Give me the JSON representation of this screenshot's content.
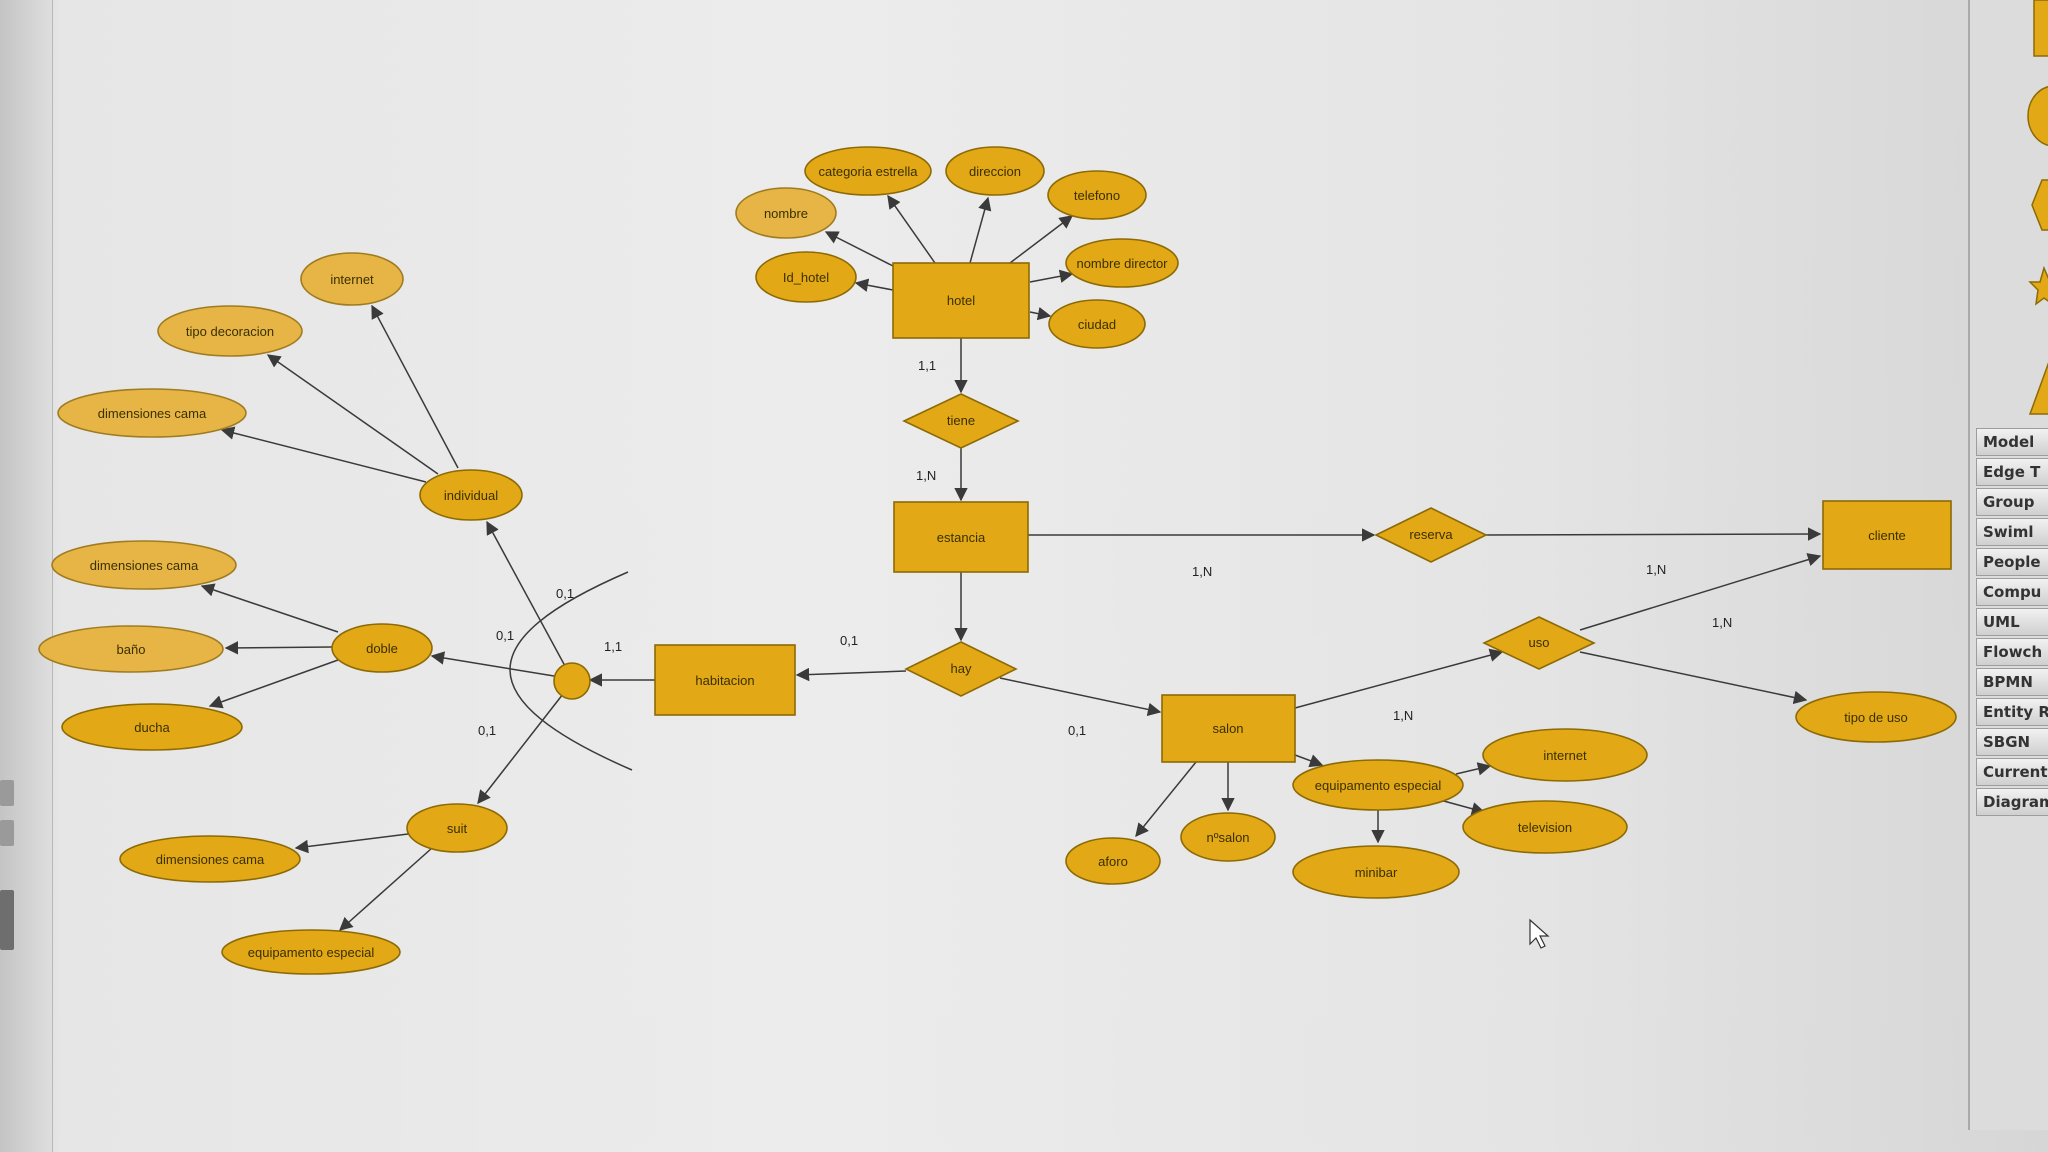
{
  "diagram": {
    "entities": [
      {
        "id": "hotel",
        "label": "hotel"
      },
      {
        "id": "estancia",
        "label": "estancia"
      },
      {
        "id": "habitacion",
        "label": "habitacion"
      },
      {
        "id": "salon",
        "label": "salon"
      },
      {
        "id": "cliente",
        "label": "cliente"
      }
    ],
    "relationships": [
      {
        "id": "tiene",
        "label": "tiene"
      },
      {
        "id": "hay",
        "label": "hay"
      },
      {
        "id": "reserva",
        "label": "reserva"
      },
      {
        "id": "uso",
        "label": "uso"
      }
    ],
    "attributes": [
      {
        "id": "categoria-estrella",
        "label": "categoria estrella"
      },
      {
        "id": "direccion",
        "label": "direccion"
      },
      {
        "id": "nombre",
        "label": "nombre"
      },
      {
        "id": "telefono",
        "label": "telefono"
      },
      {
        "id": "id-hotel",
        "label": "Id_hotel"
      },
      {
        "id": "nombre-director",
        "label": "nombre director"
      },
      {
        "id": "ciudad",
        "label": "ciudad"
      },
      {
        "id": "internet-individual",
        "label": "internet"
      },
      {
        "id": "tipo-decoracion",
        "label": "tipo decoracion"
      },
      {
        "id": "dimensiones-cama-individual",
        "label": "dimensiones cama"
      },
      {
        "id": "individual",
        "label": "individual"
      },
      {
        "id": "dimensiones-cama-doble",
        "label": "dimensiones cama"
      },
      {
        "id": "bano",
        "label": "baño"
      },
      {
        "id": "doble",
        "label": "doble"
      },
      {
        "id": "ducha",
        "label": "ducha"
      },
      {
        "id": "suit",
        "label": "suit"
      },
      {
        "id": "dimensiones-cama-suit",
        "label": "dimensiones cama"
      },
      {
        "id": "equipamento-especial-suit",
        "label": "equipamento especial"
      },
      {
        "id": "equipamento-especial-salon",
        "label": "equipamento especial"
      },
      {
        "id": "internet-salon",
        "label": "internet"
      },
      {
        "id": "television",
        "label": "television"
      },
      {
        "id": "minibar",
        "label": "minibar"
      },
      {
        "id": "nsalon",
        "label": "nºsalon"
      },
      {
        "id": "aforo",
        "label": "aforo"
      },
      {
        "id": "tipo-de-uso",
        "label": "tipo de uso"
      }
    ],
    "cardinalities": [
      {
        "id": "hotel-tiene",
        "label": "1,1"
      },
      {
        "id": "tiene-estancia",
        "label": "1,N"
      },
      {
        "id": "estancia-reserva",
        "label": "1,N"
      },
      {
        "id": "reserva-cliente",
        "label": "1,N"
      },
      {
        "id": "uso-cliente",
        "label": "1,N"
      },
      {
        "id": "salon-uso",
        "label": "1,N"
      },
      {
        "id": "hay-habitacion",
        "label": "0,1"
      },
      {
        "id": "hay-salon",
        "label": "0,1"
      },
      {
        "id": "habitacion-isa",
        "label": "1,1"
      },
      {
        "id": "isa-individual",
        "label": "0,1"
      },
      {
        "id": "isa-doble",
        "label": "0,1"
      },
      {
        "id": "isa-suit",
        "label": "0,1"
      }
    ]
  },
  "palette": {
    "items": [
      "Model",
      "Edge T",
      "Group",
      "Swiml",
      "People",
      "Compu",
      "UML",
      "Flowch",
      "BPMN",
      "Entity R",
      "SBGN",
      "Current",
      "Diagram"
    ]
  },
  "colors": {
    "entity_fill": "#e2a815",
    "attribute_fill": "#e6b545",
    "edge": "#3a3a3a"
  }
}
